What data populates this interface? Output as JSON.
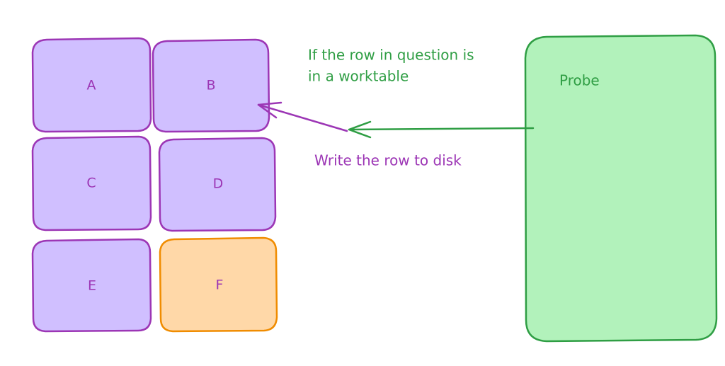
{
  "colors": {
    "purple_fill": "#d0bfff",
    "purple_stroke": "#9c36b5",
    "orange_fill": "#ffd8a8",
    "orange_stroke": "#f08c00",
    "green_fill": "#b2f2bb",
    "green_stroke": "#2f9e44"
  },
  "blocks": [
    {
      "id": "A",
      "label": "A"
    },
    {
      "id": "B",
      "label": "B"
    },
    {
      "id": "C",
      "label": "C"
    },
    {
      "id": "D",
      "label": "D"
    },
    {
      "id": "E",
      "label": "E"
    },
    {
      "id": "F",
      "label": "F"
    }
  ],
  "probe": {
    "label": "Probe"
  },
  "annotations": {
    "condition_line1": "If the row in question is",
    "condition_line2": "in a worktable",
    "action": "Write the row to disk"
  }
}
